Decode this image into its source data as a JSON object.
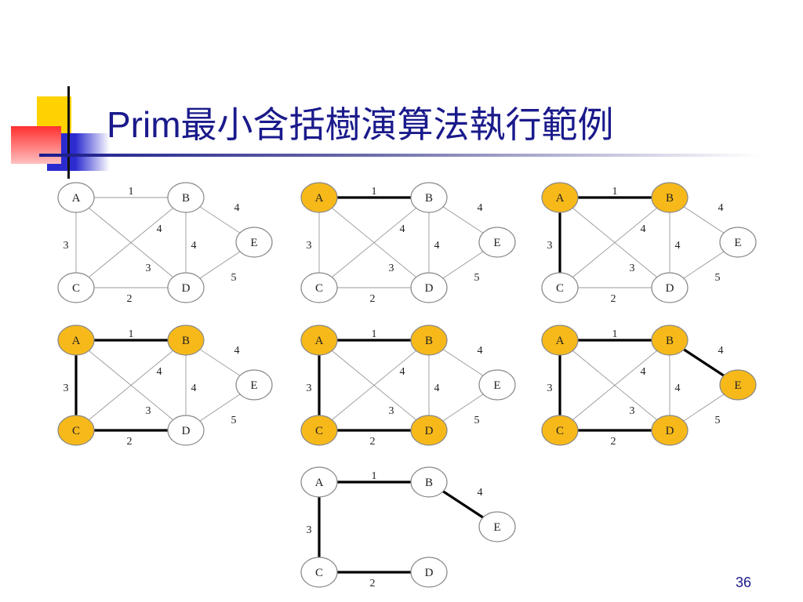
{
  "title": "Prim最小含括樹演算法執行範例",
  "page_number": "36",
  "colors": {
    "selected": "#f7b91a",
    "unselected": "#ffffff",
    "thin_edge": "#999999",
    "thick_edge": "#000000",
    "title": "#1a1a8c"
  },
  "nodes": [
    "A",
    "B",
    "C",
    "D",
    "E"
  ],
  "edges": [
    {
      "from": "A",
      "to": "B",
      "label": "1"
    },
    {
      "from": "A",
      "to": "C",
      "label": "3"
    },
    {
      "from": "A",
      "to": "D",
      "label": "3"
    },
    {
      "from": "B",
      "to": "C",
      "label": "4"
    },
    {
      "from": "B",
      "to": "D",
      "label": "4"
    },
    {
      "from": "B",
      "to": "E",
      "label": "4"
    },
    {
      "from": "C",
      "to": "D",
      "label": "2"
    },
    {
      "from": "D",
      "to": "E",
      "label": "5"
    }
  ],
  "steps": [
    {
      "selected": [],
      "tree_edges": []
    },
    {
      "selected": [
        "A"
      ],
      "tree_edges": [
        "A-B"
      ]
    },
    {
      "selected": [
        "A",
        "B"
      ],
      "tree_edges": [
        "A-B",
        "A-C"
      ]
    },
    {
      "selected": [
        "A",
        "B",
        "C"
      ],
      "tree_edges": [
        "A-B",
        "A-C",
        "C-D"
      ]
    },
    {
      "selected": [
        "A",
        "B",
        "C",
        "D"
      ],
      "tree_edges": [
        "A-B",
        "A-C",
        "C-D"
      ]
    },
    {
      "selected": [
        "A",
        "B",
        "C",
        "D",
        "E"
      ],
      "tree_edges": [
        "A-B",
        "A-C",
        "C-D",
        "B-E"
      ]
    }
  ],
  "final_tree": {
    "edges": [
      "A-B",
      "A-C",
      "C-D",
      "B-E"
    ]
  }
}
